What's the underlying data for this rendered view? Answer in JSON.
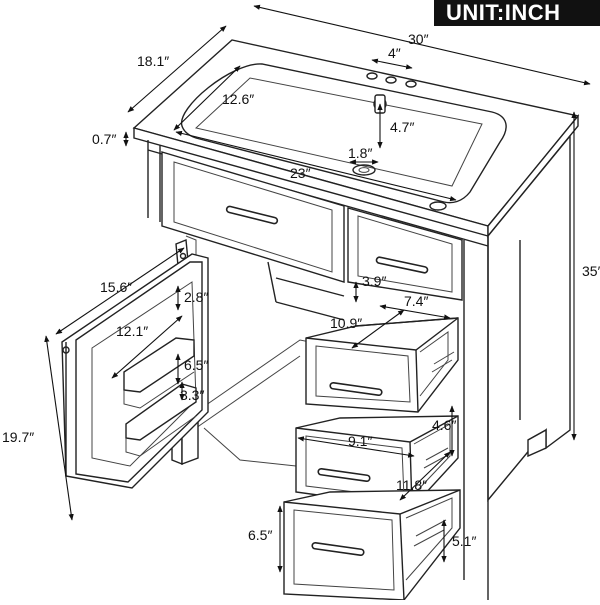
{
  "unit_banner": "UNIT:INCH",
  "dimensions": {
    "total_width": "30″",
    "depth": "18.1″",
    "height": "35″",
    "countertop_thickness": "0.7″",
    "faucet_hole_spacing": "4″",
    "basin_depth": "12.6″",
    "faucet_to_drain": "4.7″",
    "drain_diameter": "1.8″",
    "basin_width": "23″",
    "door_width": "15.6″",
    "shelf_depth": "2.8″",
    "shelf_width": "12.1″",
    "shelf_height": "6.5″",
    "shelf_inner": "3.3″",
    "door_height": "19.7″",
    "drawer_front_gap": "3.9″",
    "drawer_inner_width": "7.4″",
    "drawer_inner_depth": "10.9″",
    "drawer_inner_height": "4.6″",
    "drawer_length": "9.1″",
    "drawer_side": "11.8″",
    "bottom_drawer_height": "6.5″",
    "bottom_drawer_inner": "5.1″"
  }
}
